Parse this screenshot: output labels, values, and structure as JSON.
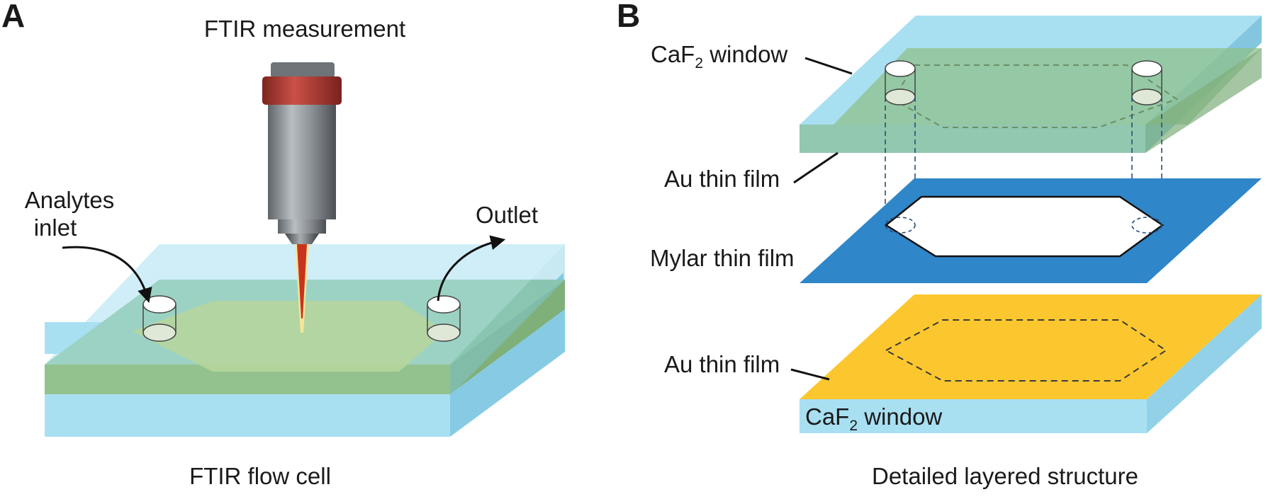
{
  "panels": {
    "a": {
      "letter": "A",
      "measurement_label": "FTIR measurement",
      "inlet_label_line1": "Analytes",
      "inlet_label_line2": "inlet",
      "outlet_label": "Outlet",
      "caption": "FTIR flow cell"
    },
    "b": {
      "letter": "B",
      "top_window_label_main": "CaF",
      "top_window_label_sub": "2",
      "top_window_label_rest": " window",
      "upper_au_label": "Au thin film",
      "mylar_label": "Mylar thin film",
      "lower_au_label": "Au thin film",
      "bottom_window_label_main": "CaF",
      "bottom_window_label_sub": "2",
      "bottom_window_label_rest": " window",
      "caption": "Detailed layered structure"
    }
  },
  "colors": {
    "caf2_window": "#a8e0f2",
    "au_film_green": "#8fc08a",
    "channel": "#b7d69c",
    "mylar": "#2f86c8",
    "au_film_gold": "#fcc72e",
    "objective_body": "#8a8f93",
    "objective_ring": "#b23a32",
    "ir_beam": "#c8331d",
    "ir_beam_glow": "#f6e59a"
  },
  "icons": [
    "flow-arrow-icon",
    "objective-lens-icon",
    "port-cylinder-icon"
  ]
}
